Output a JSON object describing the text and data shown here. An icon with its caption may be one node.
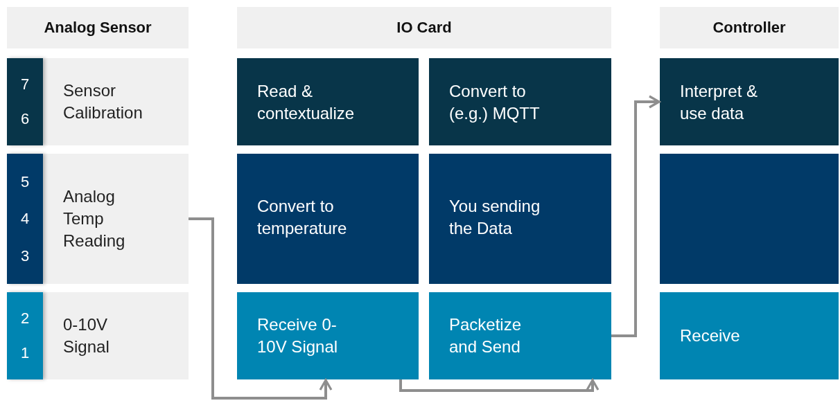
{
  "diagram": {
    "nodes": [
      {
        "text": [
          "Analog Sensor"
        ]
      },
      {
        "text": [
          "IO Card"
        ]
      },
      {
        "text": [
          "Controller"
        ]
      },
      {
        "text": [
          "7",
          "6"
        ]
      },
      {
        "text": [
          "Sensor Calibration"
        ]
      },
      {
        "text": [
          "Read & contextualize"
        ]
      },
      {
        "text": [
          "Convert to (e.g.) MQTT"
        ]
      },
      {
        "text": [
          "Interpret & use data"
        ]
      },
      {
        "text": [
          "5",
          "4",
          "3"
        ]
      },
      {
        "text": [
          "Analog Temp Reading"
        ]
      },
      {
        "text": [
          "Convert to temperature"
        ]
      },
      {
        "text": [
          "You sending the Data"
        ]
      },
      {
        "text": [],
        "shape": "box"
      },
      {
        "text": [
          "2",
          "1"
        ]
      },
      {
        "text": [
          "0-10V Signal"
        ]
      },
      {
        "text": [
          "Receive 0-10V Signal"
        ]
      },
      {
        "text": [
          "Packetize and Send"
        ]
      },
      {
        "text": [
          "Receive"
        ]
      }
    ],
    "edges": [
      {
        "from": 9,
        "to": 15,
        "arrow": "to"
      },
      {
        "from": 15,
        "to": 16,
        "arrow": "to"
      },
      {
        "from": 16,
        "to": 7,
        "arrow": "to"
      }
    ]
  }
}
